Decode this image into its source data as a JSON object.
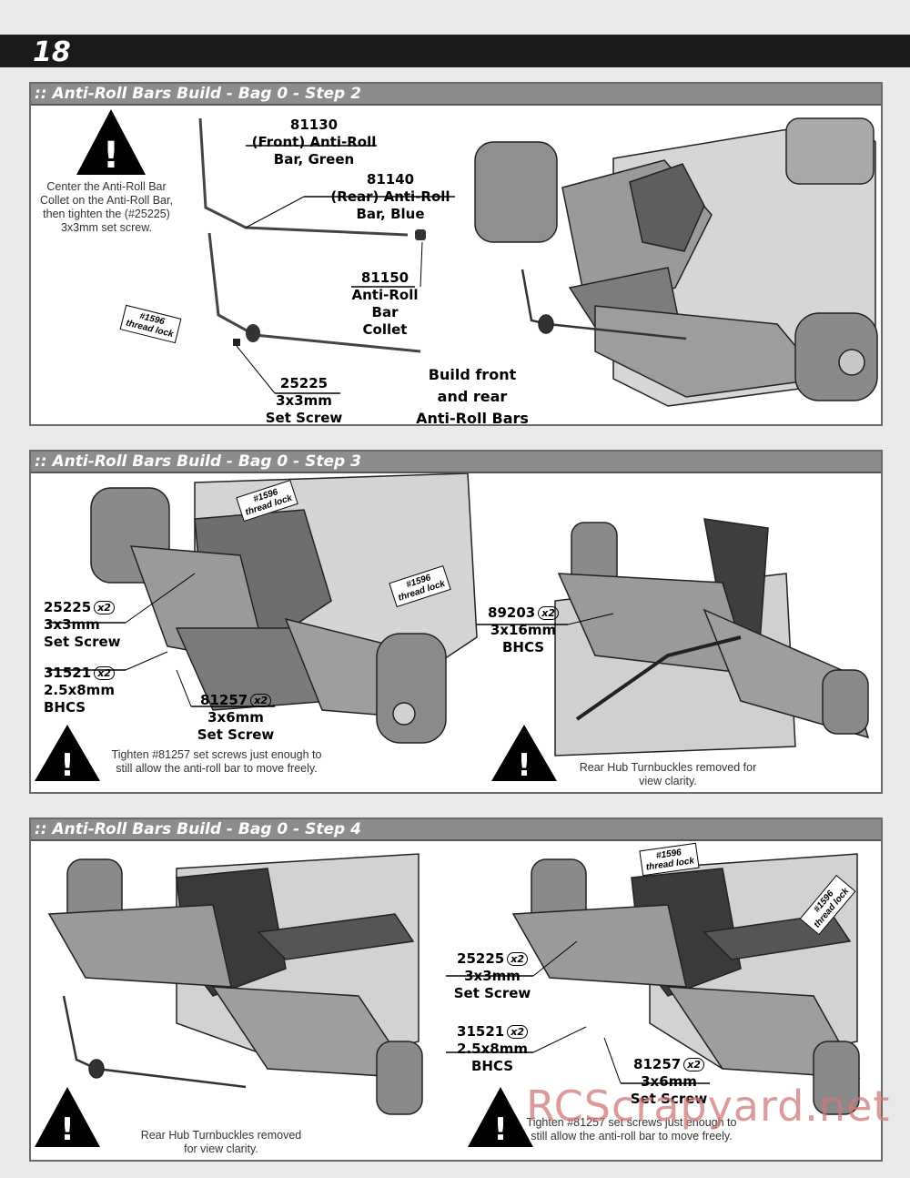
{
  "page": {
    "number": "18"
  },
  "steps": [
    {
      "title": ":: Anti-Roll Bars Build - Bag 0 - Step 2",
      "warning": "Center the Anti-Roll Bar Collet on the Anti-Roll Bar, then tighten the (#25225) 3x3mm set screw.",
      "parts": [
        {
          "number": "81130",
          "name": "(Front) Anti-Roll",
          "name2": "Bar, Green"
        },
        {
          "number": "81140",
          "name": "(Rear) Anti-Roll",
          "name2": "Bar, Blue"
        },
        {
          "number": "81150",
          "name": "Anti-Roll",
          "name2": "Bar",
          "name3": "Collet"
        },
        {
          "number": "25225",
          "name": "3x3mm",
          "name2": "Set Screw"
        }
      ],
      "thread_lock": {
        "line1": "#1596",
        "line2": "thread lock"
      },
      "caption": {
        "line1": "Build front",
        "line2": "and rear",
        "line3": "Anti-Roll Bars"
      }
    },
    {
      "title": ":: Anti-Roll Bars Build - Bag 0 - Step 3",
      "parts": [
        {
          "number": "25225",
          "qty": "x2",
          "name": "3x3mm",
          "name2": "Set Screw"
        },
        {
          "number": "31521",
          "qty": "x2",
          "name": "2.5x8mm",
          "name2": "BHCS"
        },
        {
          "number": "81257",
          "qty": "x2",
          "name": "3x6mm",
          "name2": "Set Screw"
        },
        {
          "number": "89203",
          "qty": "x2",
          "name": "3x16mm",
          "name2": "BHCS"
        }
      ],
      "thread_lock": {
        "line1": "#1596",
        "line2": "thread lock"
      },
      "warning_left": "Tighten #81257 set screws just enough to still allow the anti-roll bar to move freely.",
      "warning_right": "Rear Hub Turnbuckles removed for view clarity."
    },
    {
      "title": ":: Anti-Roll Bars Build - Bag 0 - Step 4",
      "parts": [
        {
          "number": "25225",
          "qty": "x2",
          "name": "3x3mm",
          "name2": "Set Screw"
        },
        {
          "number": "31521",
          "qty": "x2",
          "name": "2.5x8mm",
          "name2": "BHCS"
        },
        {
          "number": "81257",
          "qty": "x2",
          "name": "3x6mm",
          "name2": "Set Screw"
        }
      ],
      "thread_lock": {
        "line1": "#1596",
        "line2": "thread lock"
      },
      "warning_left": "Rear Hub Turnbuckles removed for view clarity.",
      "warning_right": "Tighten #81257 set screws just enough to still allow the anti-roll bar to move freely."
    }
  ],
  "watermark": "RCScrapyard.net"
}
